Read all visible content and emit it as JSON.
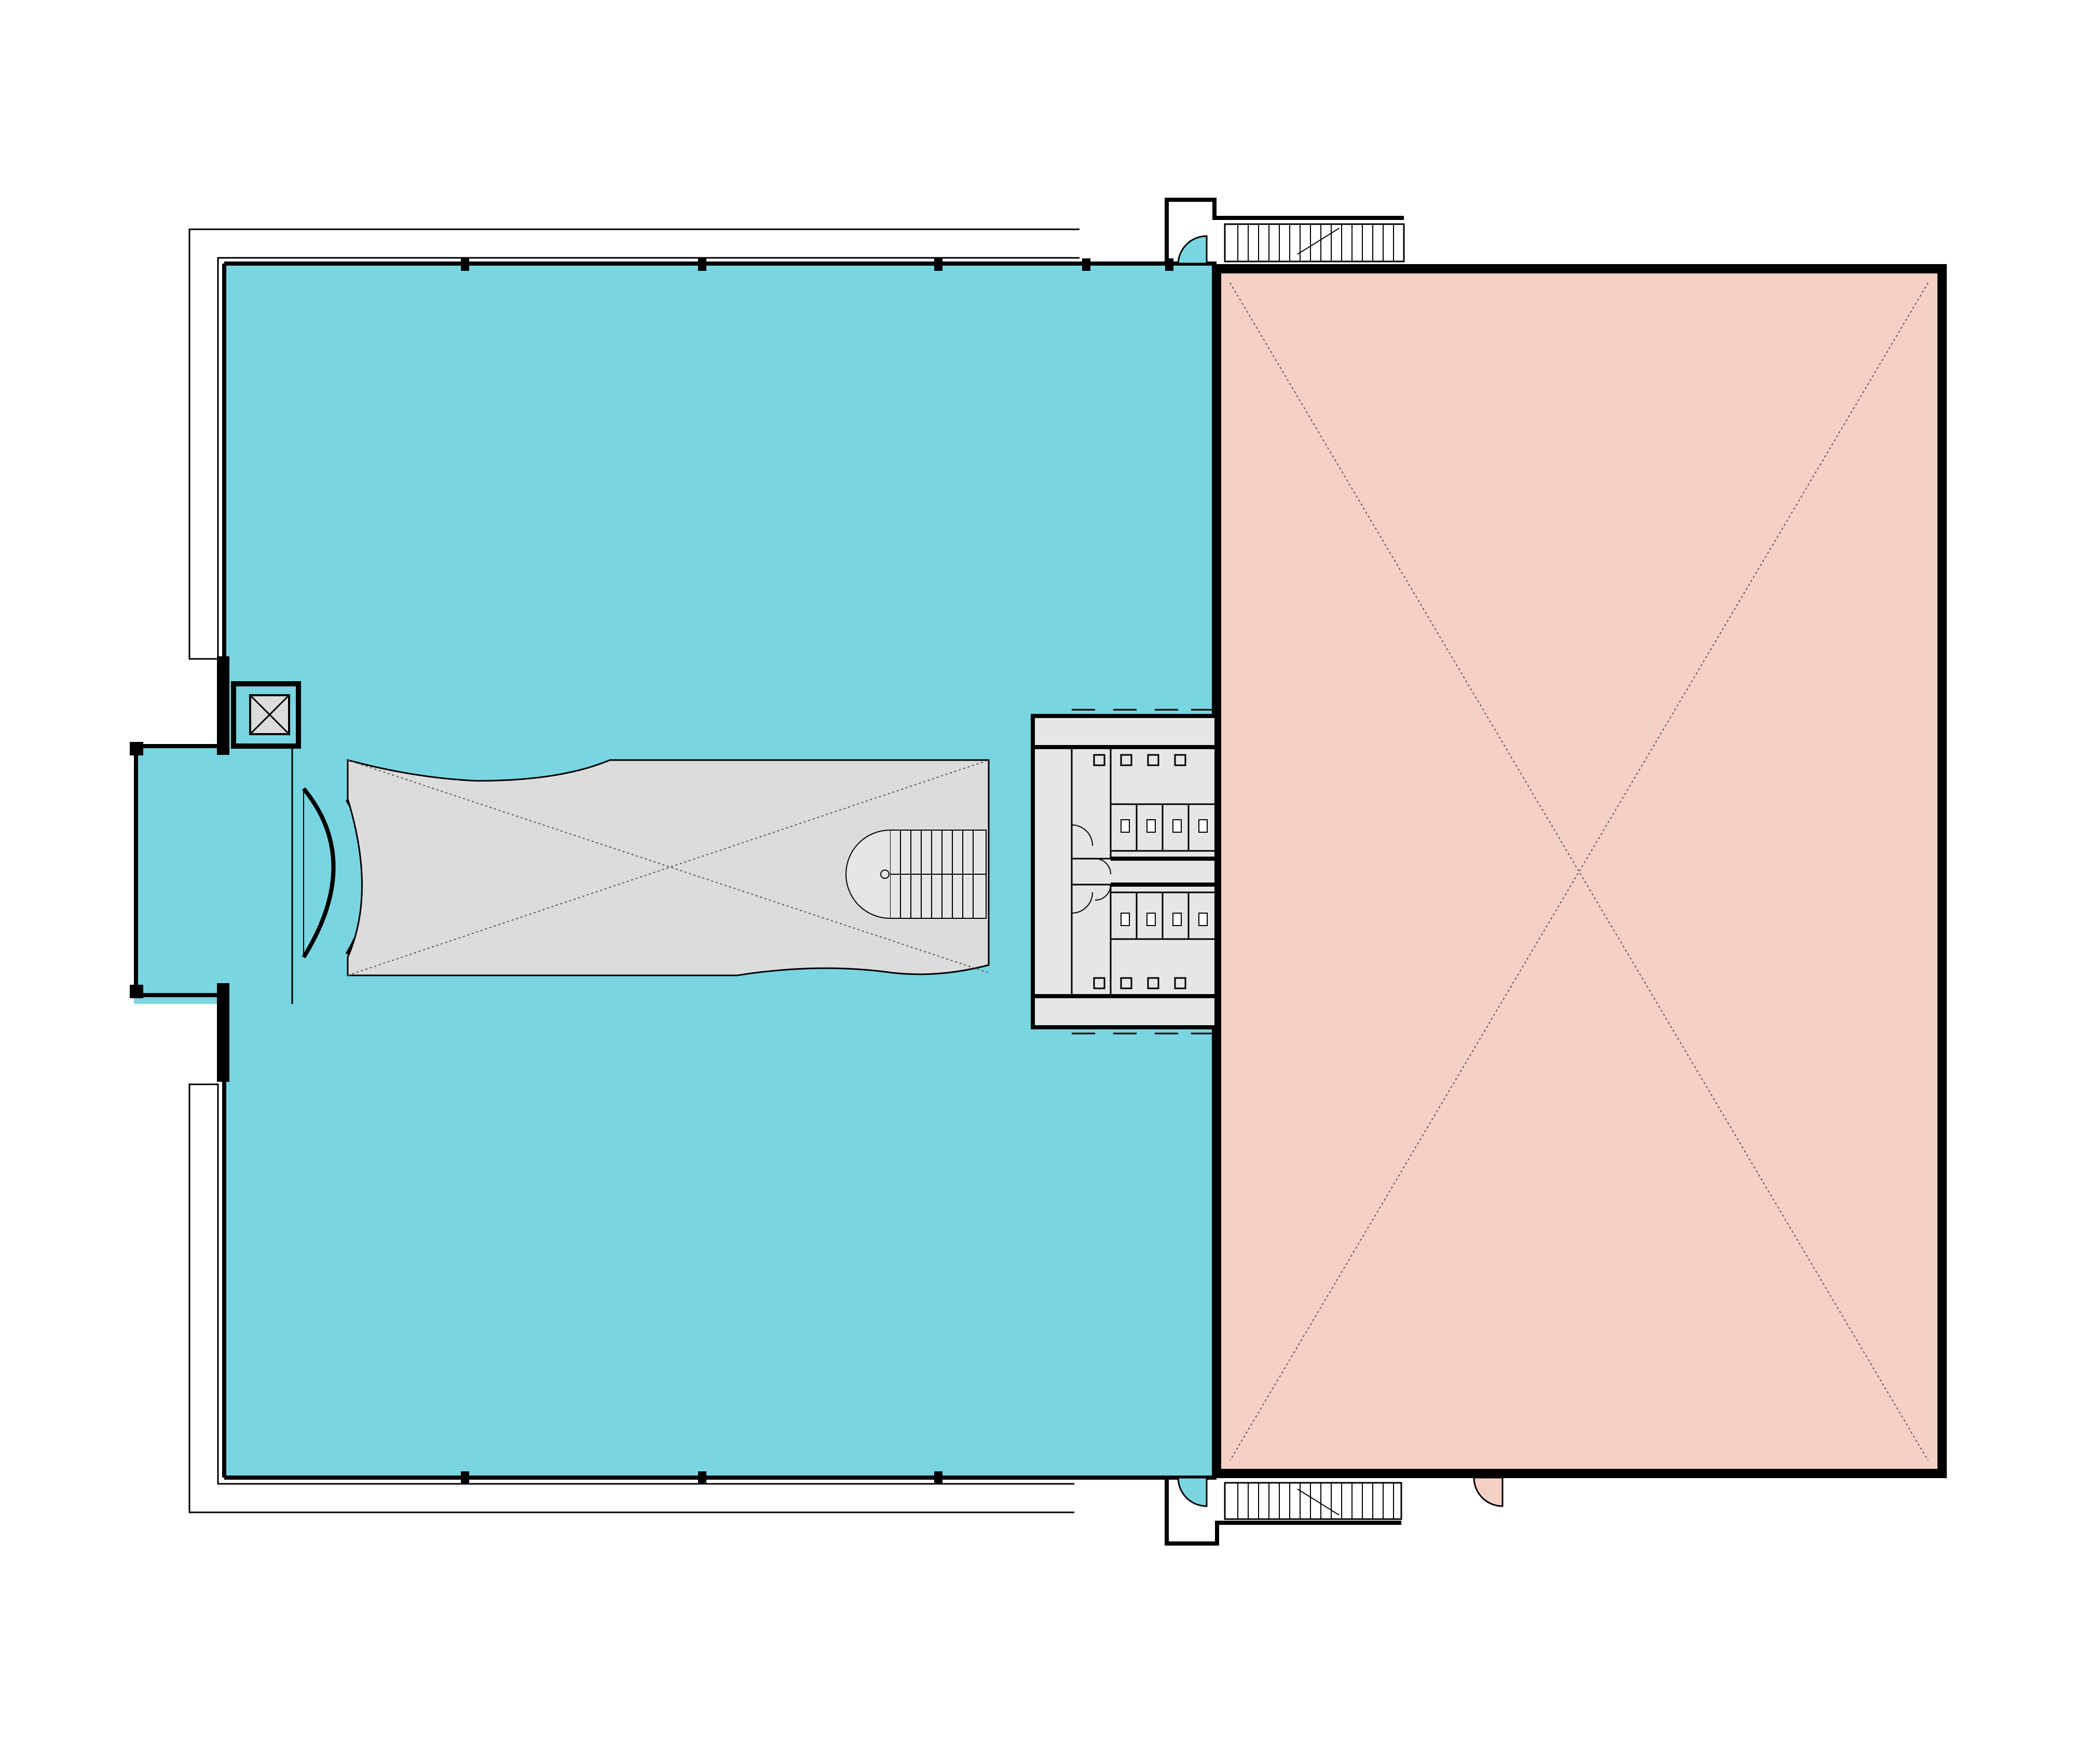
{
  "colors": {
    "background": "#ffffff",
    "blue_zone": "#79d5e1",
    "pink_zone": "#f6d0c6",
    "grey_zone": "#dcdcdc",
    "light_grey_zone": "#e6e6e6",
    "walls": "#000000"
  },
  "zones": [
    {
      "id": "blue-hall",
      "color": "blue_zone"
    },
    {
      "id": "pink-hall",
      "color": "pink_zone"
    },
    {
      "id": "central-void",
      "color": "grey_zone"
    },
    {
      "id": "service-core",
      "color": "light_grey_zone"
    },
    {
      "id": "entrance-vestibule",
      "color": "blue_zone"
    }
  ],
  "icons": [
    "elevator-icon",
    "stair-icon",
    "door-swing-icon",
    "toilet-stall-icon"
  ]
}
